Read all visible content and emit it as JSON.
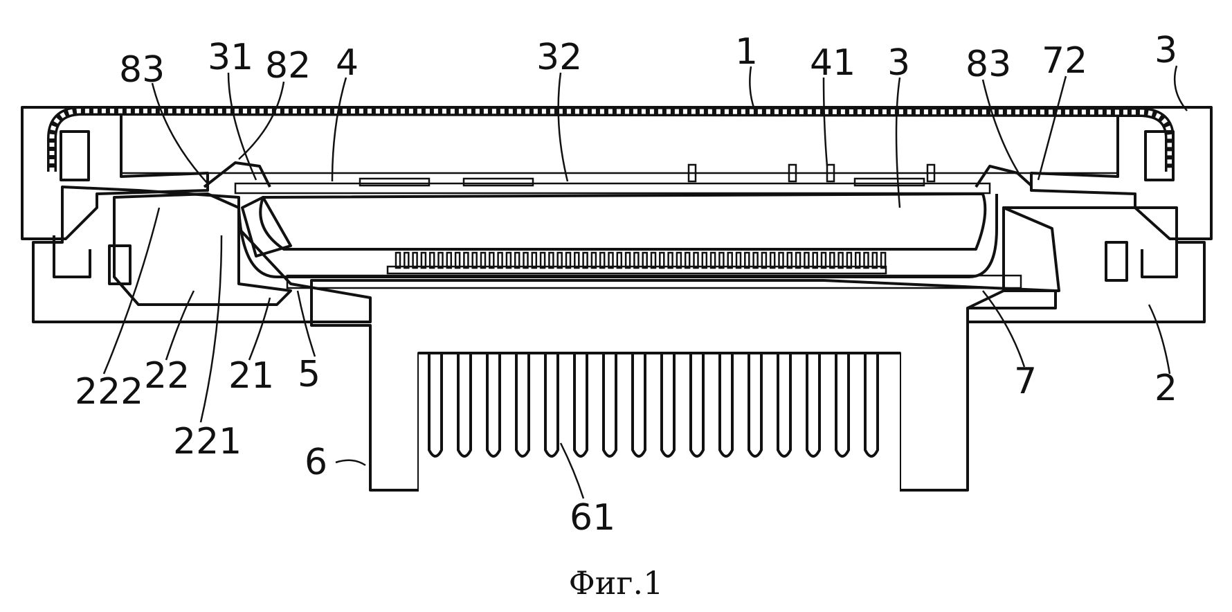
{
  "figure": {
    "caption": "Фиг.1",
    "labels": {
      "l83a": "83",
      "l31": "31",
      "l82": "82",
      "l4": "4",
      "l32": "32",
      "l1": "1",
      "l41": "41",
      "l3a": "3",
      "l83b": "83",
      "l72": "72",
      "l3b": "3",
      "l222": "222",
      "l22": "22",
      "l221": "221",
      "l21": "21",
      "l5": "5",
      "l6": "6",
      "l61": "61",
      "l7": "7",
      "l2": "2"
    }
  }
}
